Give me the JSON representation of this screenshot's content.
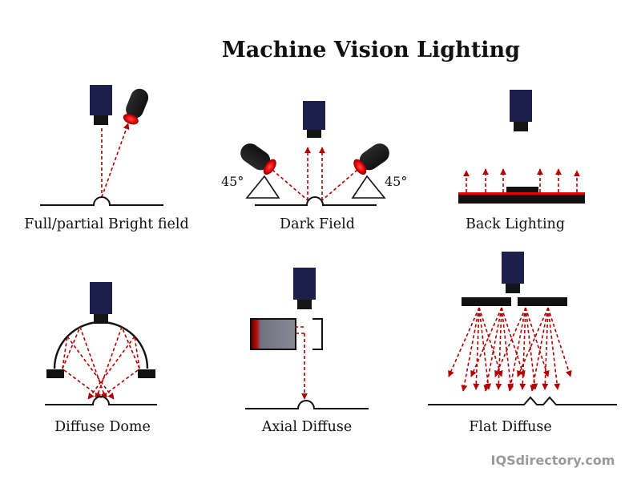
{
  "title": "Machine Vision Lighting",
  "panels": [
    {
      "label": "Full/partial Bright field"
    },
    {
      "label": "Dark Field",
      "angle_left": "45°",
      "angle_right": "45°"
    },
    {
      "label": "Back Lighting"
    },
    {
      "label": "Diffuse Dome"
    },
    {
      "label": "Axial Diffuse"
    },
    {
      "label": "Flat Diffuse"
    }
  ],
  "watermark": "IQSdirectory.com",
  "colors": {
    "camera_body": "#1c1f4a",
    "lens": "#151515",
    "light_glow": "#ff1a1a",
    "ray": "#b30000",
    "surface": "#111111"
  }
}
